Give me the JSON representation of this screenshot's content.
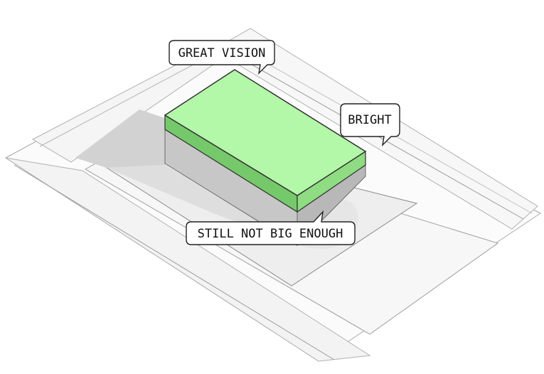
{
  "diagram": {
    "colors": {
      "background": "#ffffff",
      "site_surface": "#fafafa",
      "site_edge": "#9a9a9a",
      "shadow": "#d9d9d9",
      "building_top": "#b3f7a8",
      "building_edge_band": "#6fc866",
      "building_wall": "#c9c9c9",
      "callout_fill": "#ffffff",
      "callout_stroke": "#222222"
    },
    "callouts": {
      "top": "GREAT VISION",
      "side": "BRIGHT",
      "bottom": "STILL NOT BIG ENOUGH"
    }
  }
}
